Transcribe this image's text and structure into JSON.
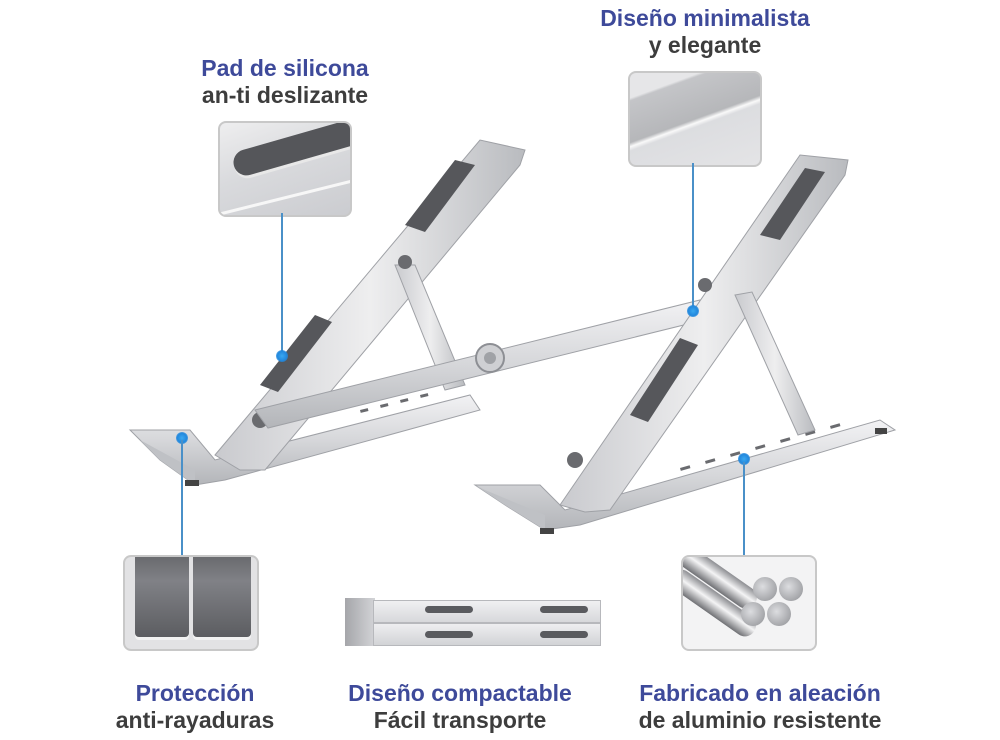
{
  "features": [
    {
      "id": "silicone-pad",
      "title": "Pad de silicona",
      "subtitle": "an-ti deslizante"
    },
    {
      "id": "minimal-design",
      "title": "Diseño minimalista",
      "subtitle": "y elegante"
    },
    {
      "id": "scratch-protection",
      "title": "Protección",
      "subtitle": "anti-rayaduras"
    },
    {
      "id": "compact-design",
      "title": "Diseño compactable",
      "subtitle": "Fácil transporte"
    },
    {
      "id": "aluminum-alloy",
      "title": "Fabricado en aleación",
      "subtitle": "de aluminio resistente"
    }
  ],
  "colors": {
    "title": "#3e4a9a",
    "subtitle": "#3d3d3d",
    "callout": "#2288dd",
    "metal_light": "#e4e4e6",
    "metal_dark": "#a9abb0",
    "pad": "#5a5a5e"
  }
}
